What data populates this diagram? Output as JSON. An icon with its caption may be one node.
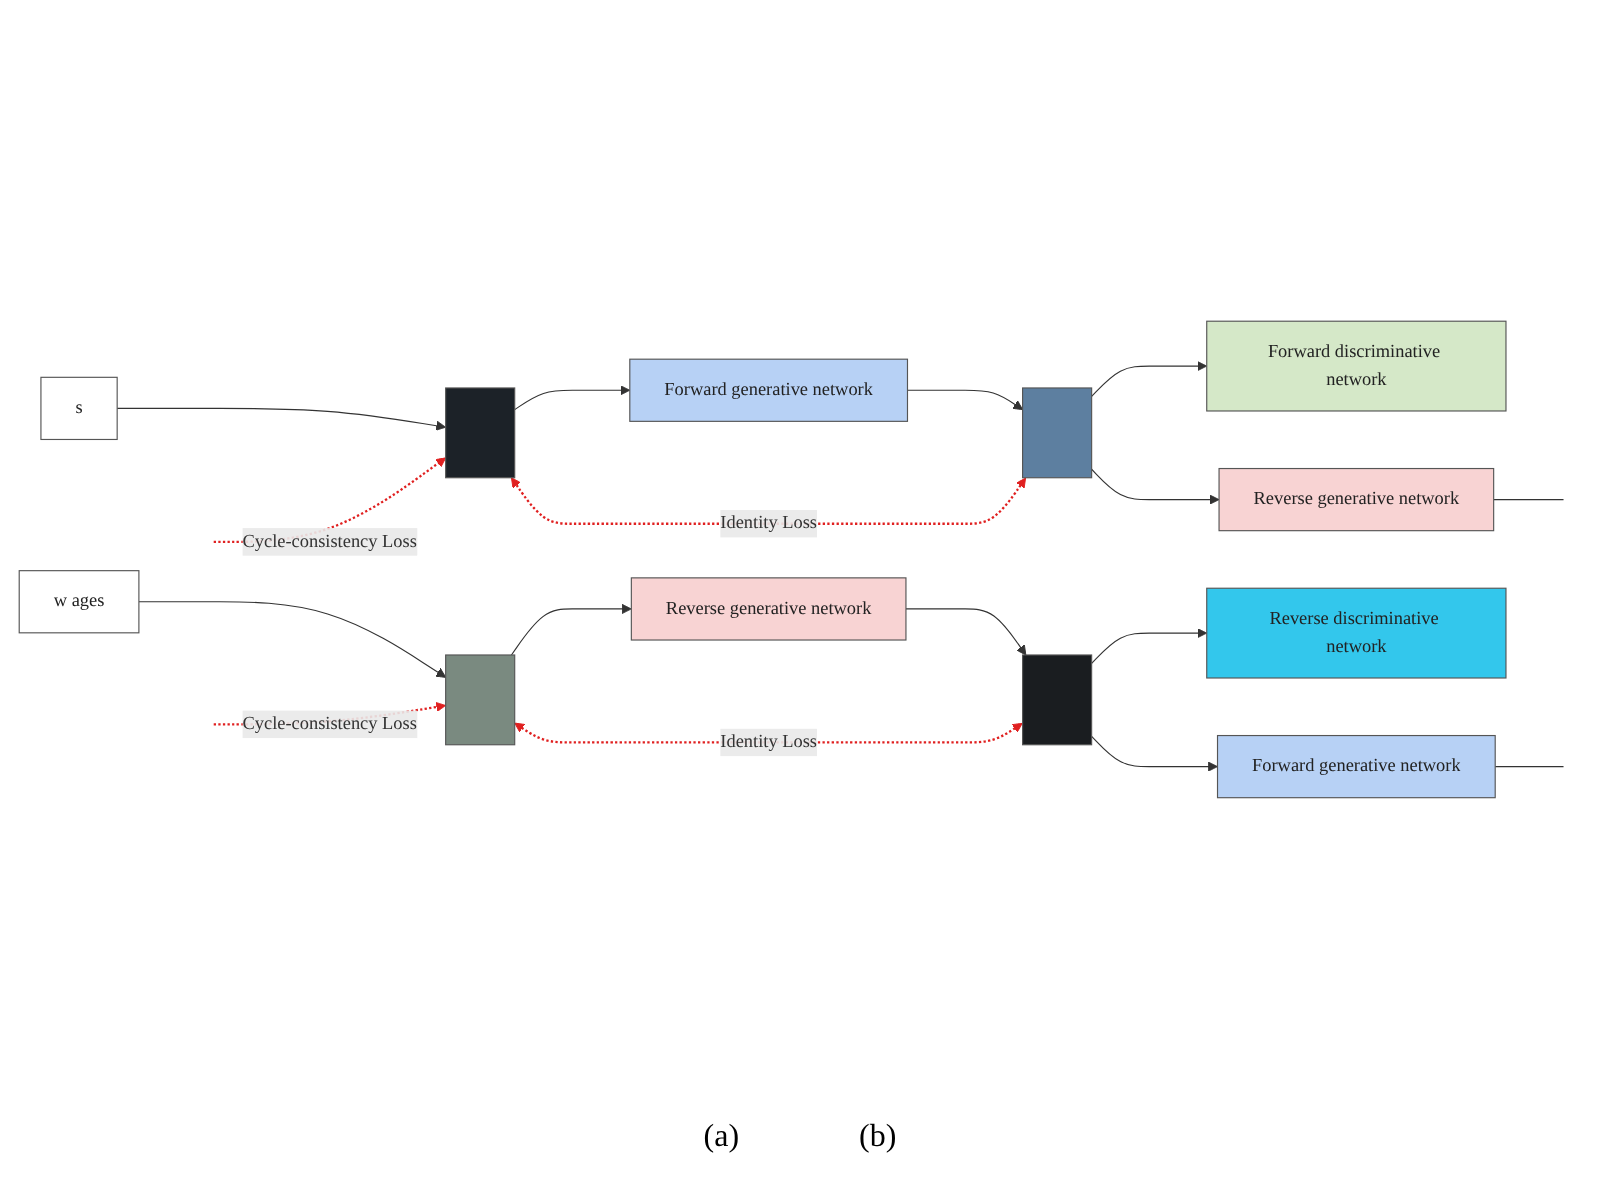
{
  "diagram": {
    "nodes": [
      {
        "text": [
          "s"
        ]
      },
      {
        "text": [],
        "shape": "box"
      },
      {
        "text": [
          "Forward generative network"
        ]
      },
      {
        "text": [],
        "shape": "box"
      },
      {
        "text": [
          "Forward discriminative network"
        ]
      },
      {
        "text": [
          "Reverse generative network"
        ]
      },
      {
        "text": [
          "w ages"
        ]
      },
      {
        "text": [],
        "shape": "box"
      },
      {
        "text": [
          "Reverse generative network"
        ]
      },
      {
        "text": [],
        "shape": "box"
      },
      {
        "text": [
          "Reverse discriminative network"
        ]
      },
      {
        "text": [
          "Forward generative network"
        ]
      }
    ],
    "edges": [
      {
        "from": 0,
        "to": 1,
        "arrow": "to"
      },
      {
        "from": 1,
        "to": 2,
        "arrow": "to"
      },
      {
        "from": 2,
        "to": 3,
        "arrow": "to"
      },
      {
        "from": 3,
        "to": 4,
        "arrow": "to"
      },
      {
        "from": 3,
        "to": 5,
        "arrow": "to"
      },
      {
        "from": 5,
        "to": null,
        "arrow": "none"
      },
      {
        "from": 3,
        "to": 1,
        "arrow": "both",
        "label": "Identity Loss",
        "style": "dashed",
        "color": "#e02020"
      },
      {
        "from": null,
        "to": 1,
        "arrow": "to",
        "label": "Cycle-consistency Loss",
        "style": "dashed",
        "color": "#e02020"
      },
      {
        "from": 6,
        "to": 7,
        "arrow": "to"
      },
      {
        "from": 7,
        "to": 8,
        "arrow": "to"
      },
      {
        "from": 8,
        "to": 9,
        "arrow": "to"
      },
      {
        "from": 9,
        "to": 10,
        "arrow": "to"
      },
      {
        "from": 9,
        "to": 11,
        "arrow": "to"
      },
      {
        "from": 11,
        "to": null,
        "arrow": "none"
      },
      {
        "from": 9,
        "to": 7,
        "arrow": "both",
        "label": "Identity Loss",
        "style": "dashed",
        "color": "#e02020"
      },
      {
        "from": null,
        "to": 7,
        "arrow": "to",
        "label": "Cycle-consistency Loss",
        "style": "dashed",
        "color": "#e02020"
      }
    ],
    "labels": [
      "(a)",
      "(b)"
    ]
  }
}
